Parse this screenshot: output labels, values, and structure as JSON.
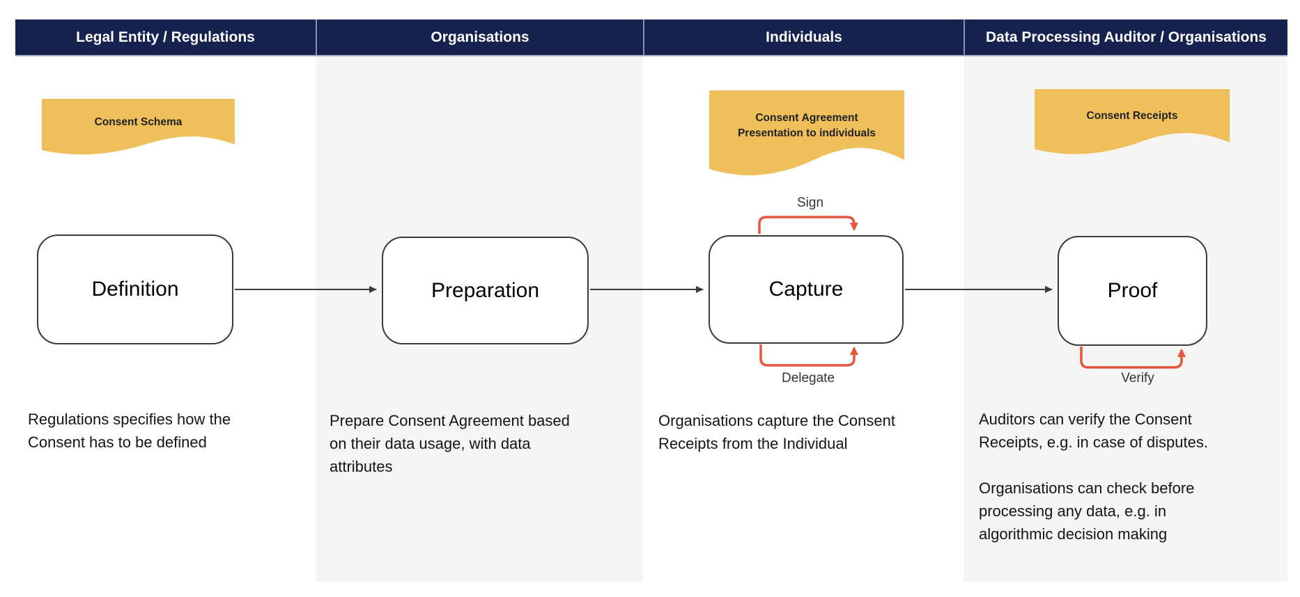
{
  "header": {
    "columns": [
      "Legal Entity / Regulations",
      "Organisations",
      "Individuals",
      "Data Processing Auditor / Organisations"
    ]
  },
  "lanes": [
    {
      "id": "legal-entity-regulations",
      "document": {
        "label": "Consent Schema"
      },
      "process": {
        "label": "Definition"
      },
      "description": [
        "Regulations specifies how the",
        "Consent has to be defined"
      ]
    },
    {
      "id": "organisations",
      "process": {
        "label": "Preparation"
      },
      "description": [
        "Prepare Consent Agreement based",
        "on their data usage, with data",
        "attributes"
      ]
    },
    {
      "id": "individuals",
      "document": {
        "label_regular": "Consent",
        "label_bold": "Agreement",
        "label_line2": "Presentation to individuals"
      },
      "process": {
        "label": "Capture"
      },
      "loops": {
        "top": "Sign",
        "bottom": "Delegate"
      },
      "description": [
        "Organisations capture the Consent",
        "Receipts from the Individual"
      ]
    },
    {
      "id": "data-processing-auditor",
      "document": {
        "label": "Consent Receipts"
      },
      "process": {
        "label": "Proof"
      },
      "loops": {
        "bottom": "Verify"
      },
      "description": [
        "Auditors can verify the Consent",
        "Receipts, e.g. in case of disputes.",
        "",
        "Organisations can check before",
        "processing any data, e.g. in",
        "algorithmic decision making"
      ]
    }
  ],
  "colors": {
    "header_navy": "#15224e",
    "lane_gray": "#f5f5f4",
    "document_yellow": "#efbf5c",
    "loop_red": "#e8553e",
    "connector_dark": "#3a3a3a"
  }
}
